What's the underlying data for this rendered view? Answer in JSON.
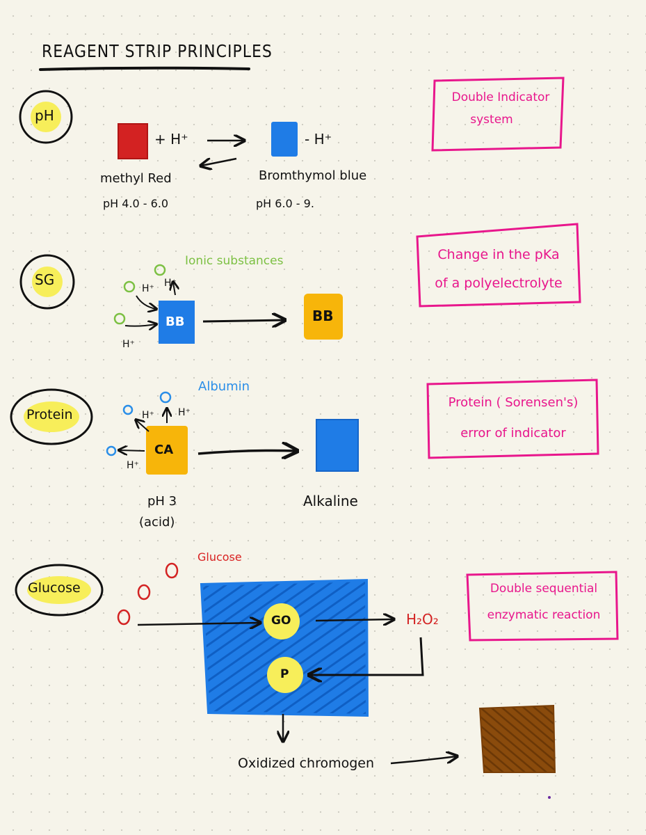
{
  "title": "REAGENT STRIP PRINCIPLES",
  "colors": {
    "pink": "#e8168c",
    "blue": "#1f7ce6",
    "red": "#d32222",
    "yellow": "#f7ee5a",
    "amber": "#f7b50a",
    "green": "#7cc043",
    "brown": "#8a4b0c",
    "ink": "#111111"
  },
  "ph": {
    "badge": "pH",
    "plus_h": "+ H⁺",
    "minus_h": "- H⁺",
    "methyl_red": "methyl Red",
    "methyl_range": "pH 4.0 - 6.0",
    "bromthymol": "Bromthymol blue",
    "bromthymol_range": "pH 6.0 - 9.",
    "box_line1": "Double Indicator",
    "box_line2": "system"
  },
  "sg": {
    "badge": "SG",
    "ionic": "Ionic substances",
    "h_labels": [
      "H⁺",
      "H⁺",
      "H⁺"
    ],
    "bb_left": "BB",
    "bb_right": "BB",
    "box_line1": "Change in the pKa",
    "box_line2": "of a polyelectrolyte"
  },
  "protein": {
    "badge": "Protein",
    "albumin": "Albumin",
    "h_labels": [
      "H⁺",
      "H⁺",
      "H⁺"
    ],
    "ca": "CA",
    "ph3": "pH 3",
    "acid": "(acid)",
    "alkaline": "Alkaline",
    "box_line1": "Protein ( Sorensen's)",
    "box_line2": "error of indicator"
  },
  "glucose": {
    "badge": "Glucose",
    "glucose_label": "Glucose",
    "go": "GO",
    "p": "P",
    "h2o2": "H₂O₂",
    "oxidized": "Oxidized chromogen",
    "box_line1": "Double sequential",
    "box_line2": "enzymatic reaction"
  }
}
